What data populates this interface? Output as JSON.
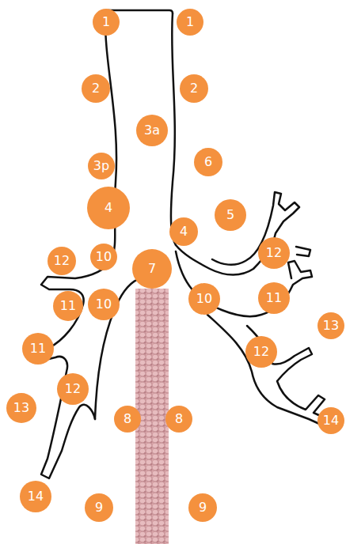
{
  "diagram": {
    "nodes": [
      {
        "text": [
          "1"
        ]
      },
      {
        "text": [
          "1"
        ]
      },
      {
        "text": [
          "2"
        ]
      },
      {
        "text": [
          "2"
        ]
      },
      {
        "text": [
          "3a"
        ]
      },
      {
        "text": [
          "3p"
        ]
      },
      {
        "text": [
          "6"
        ]
      },
      {
        "text": [
          "4"
        ]
      },
      {
        "text": [
          "5"
        ]
      },
      {
        "text": [
          "4"
        ]
      },
      {
        "text": [
          "12"
        ]
      },
      {
        "text": [
          "10"
        ]
      },
      {
        "text": [
          "12"
        ]
      },
      {
        "text": [
          "7"
        ]
      },
      {
        "text": [
          "11"
        ]
      },
      {
        "text": [
          "10"
        ]
      },
      {
        "text": [
          "10"
        ]
      },
      {
        "text": [
          "11"
        ]
      },
      {
        "text": [
          "13"
        ]
      },
      {
        "text": [
          "11"
        ]
      },
      {
        "text": [
          "12"
        ]
      },
      {
        "text": [
          "12"
        ]
      },
      {
        "text": [
          "13"
        ]
      },
      {
        "text": [
          "8"
        ]
      },
      {
        "text": [
          "8"
        ]
      },
      {
        "text": [
          "14"
        ]
      },
      {
        "text": [
          "14"
        ]
      },
      {
        "text": [
          "9"
        ]
      },
      {
        "text": [
          "9"
        ]
      }
    ]
  }
}
